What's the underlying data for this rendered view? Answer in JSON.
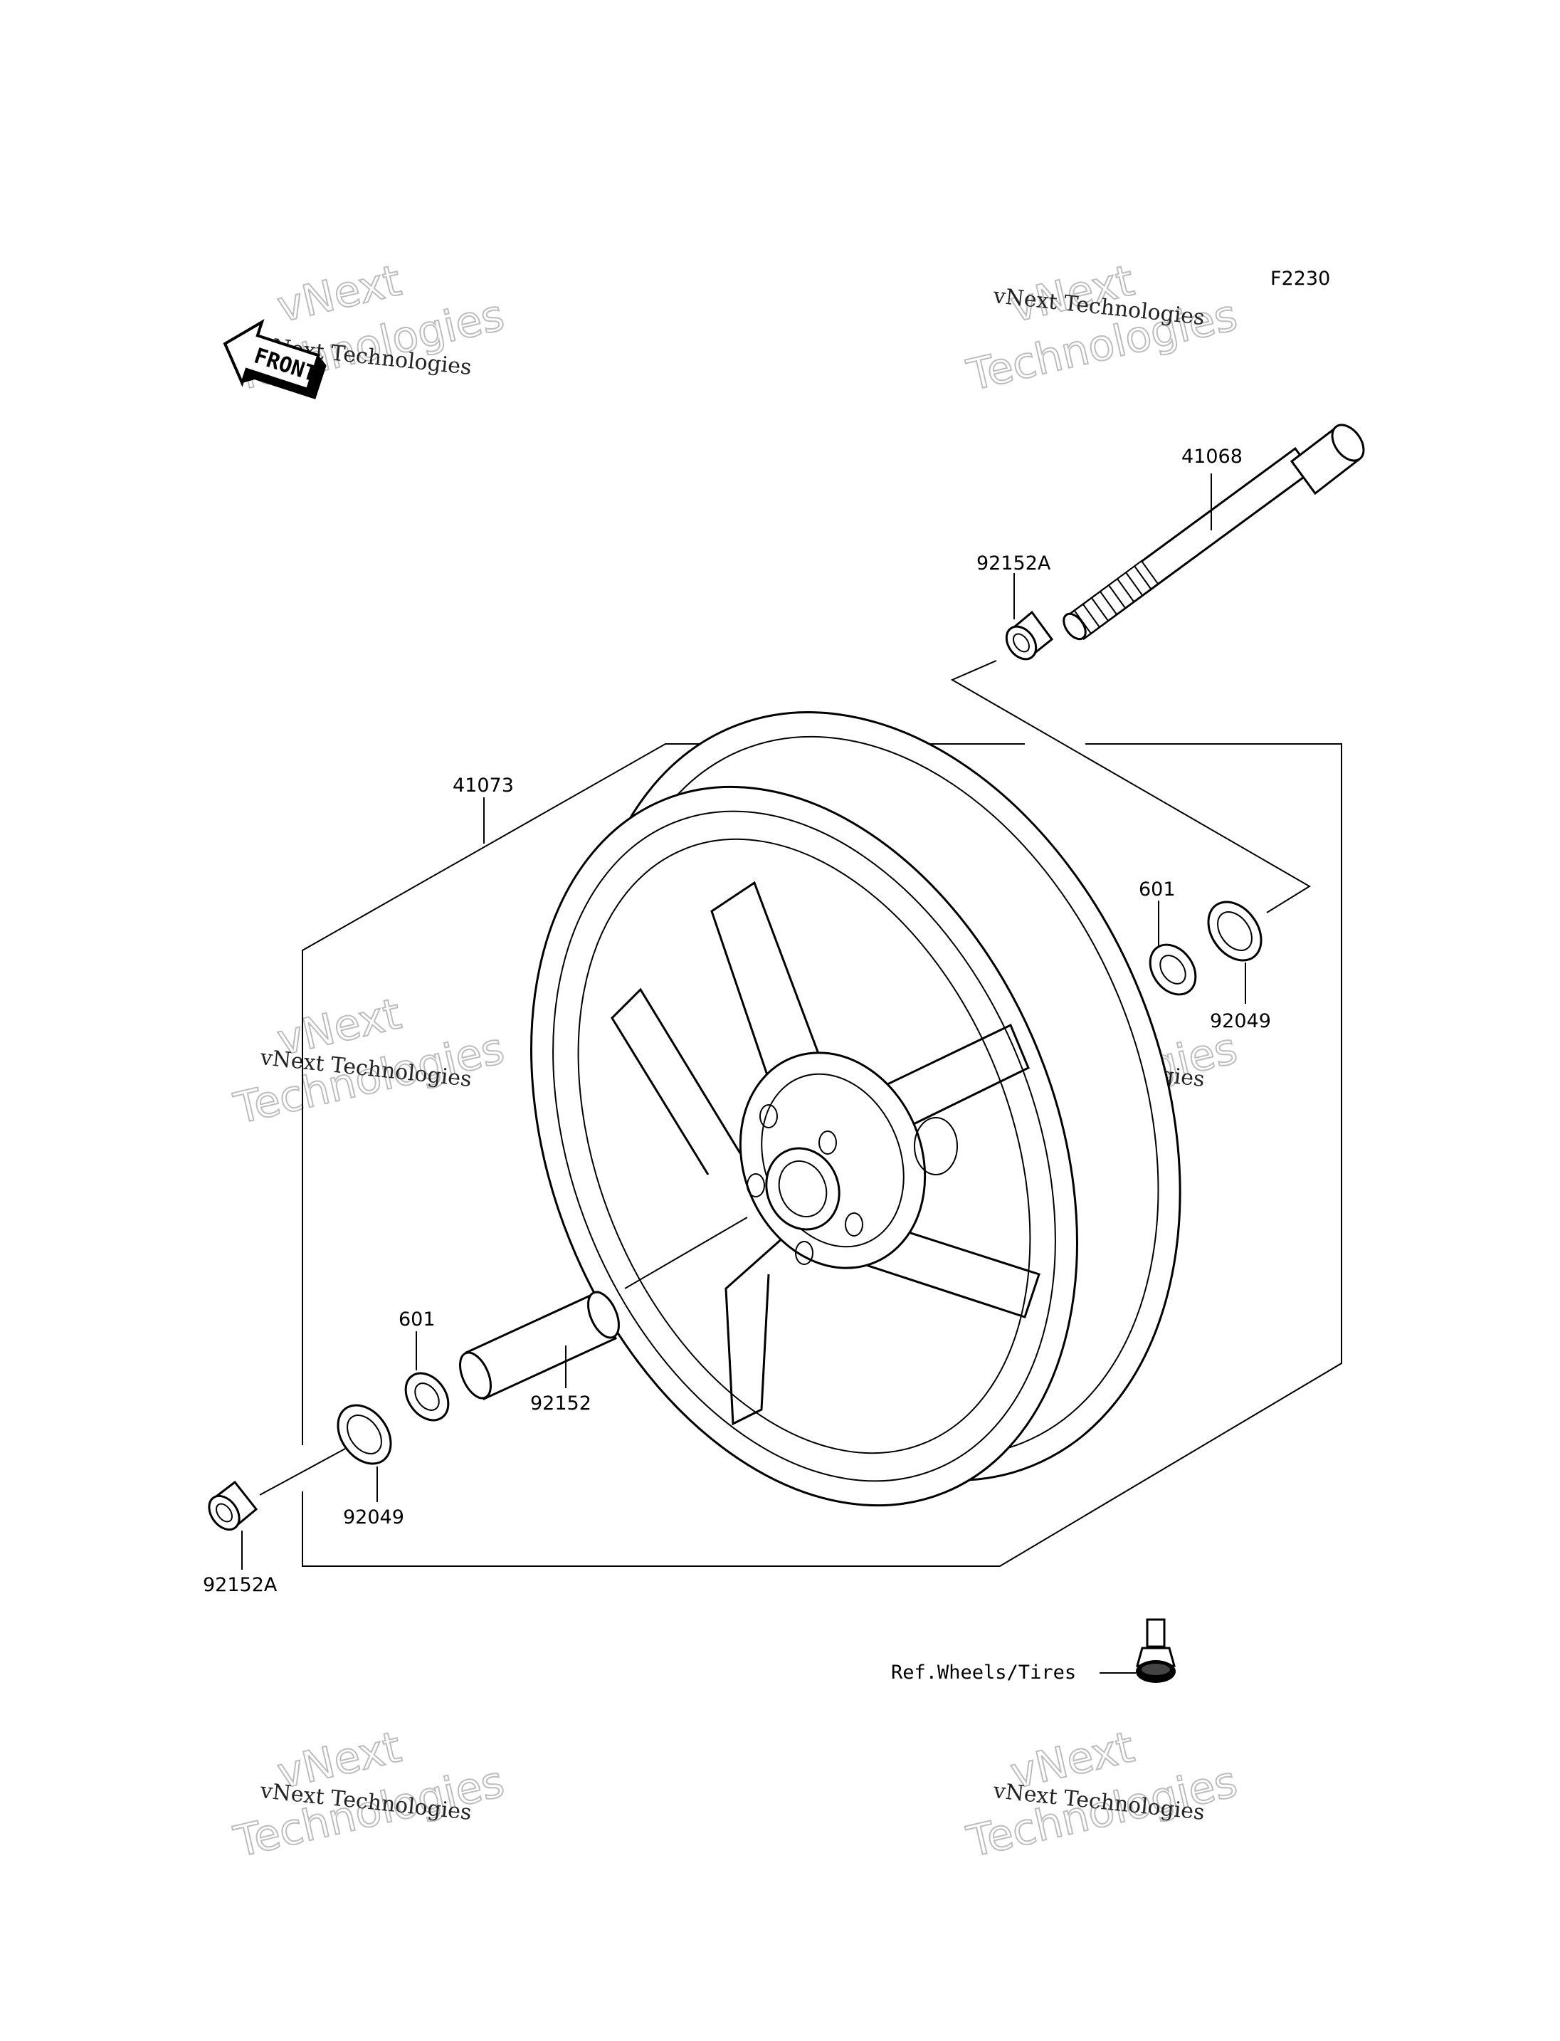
{
  "diagram": {
    "figure_code": "F2230",
    "front_label": "FRONT",
    "parts": {
      "axle": "41068",
      "collar_top": "92152A",
      "wheel": "41073",
      "bearing_right": "601",
      "seal_right": "92049",
      "bearing_left": "601",
      "spacer": "92152",
      "seal_left": "92049",
      "collar_bottom": "92152A"
    },
    "reference": "Ref.Wheels/Tires"
  },
  "watermark": {
    "line1": "vNext Technologies",
    "line2": "vNext",
    "line3": "Technologies"
  }
}
